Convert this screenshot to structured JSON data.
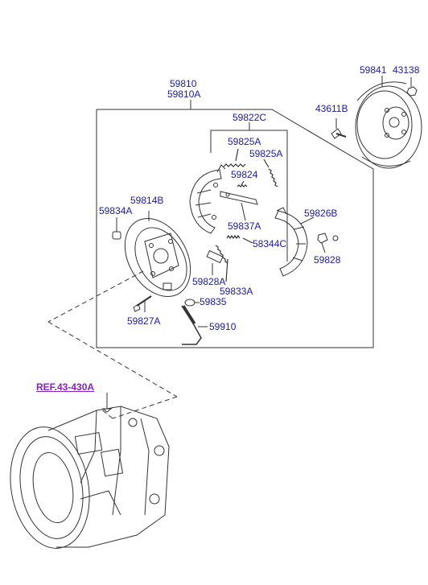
{
  "colors": {
    "label": "#1a1aa8",
    "reference": "#8a1fc2",
    "lines": "#333333"
  },
  "diagram": {
    "reference_label": "REF.43-430A",
    "callouts": {
      "p59810": "59810",
      "p59810A": "59810A",
      "p59822C": "59822C",
      "p59825A_1": "59825A",
      "p59825A_2": "59825A",
      "p59824": "59824",
      "p59837A": "59837A",
      "p58344C": "58344C",
      "p59814B": "59814B",
      "p59834A": "59834A",
      "p59826B": "59826B",
      "p59828": "59828",
      "p59828A": "59828A",
      "p59833A": "59833A",
      "p59835": "59835",
      "p59827A": "59827A",
      "p59910": "59910",
      "p59841": "59841",
      "p43138": "43138",
      "p43611B": "43611B"
    }
  },
  "icons": [
    "brake-drum-icon",
    "backing-plate-icon",
    "brake-shoe-icon",
    "spring-icon",
    "bolt-icon",
    "nut-icon",
    "parking-cable-icon",
    "transmission-housing-icon"
  ]
}
